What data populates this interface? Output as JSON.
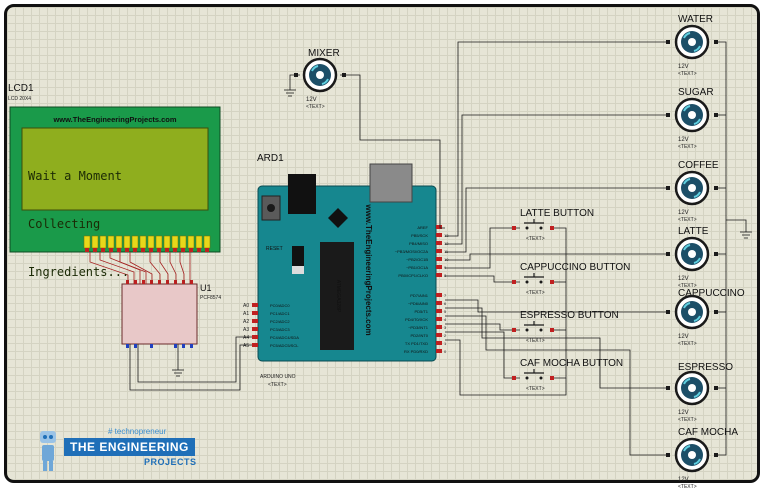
{
  "lcd": {
    "ref": "LCD1",
    "part": "LCD 20X4",
    "banner": "www.TheEngineeringProjects.com",
    "lines": [
      "Wait a Moment",
      "Collecting",
      "Ingredients..."
    ]
  },
  "ic": {
    "ref": "U1",
    "part": "PCF8574"
  },
  "arduino": {
    "ref": "ARD1",
    "name": "ARDUINO UNO",
    "board_text": "www.TheEngineeringProjects.com",
    "chip_text": "ATMEGA328P",
    "reset": "RESET",
    "analog_pins": [
      "A0",
      "A1",
      "A2",
      "A3",
      "A4",
      "A5"
    ],
    "analog_names": [
      "PC0/ADC0",
      "PC1/ADC1",
      "PC2/ADC2",
      "PC3/ADC3",
      "PC4/ADC4/SDA",
      "PC5/ADC5/SCL"
    ],
    "digital_upper": [
      "AREF",
      "PB5/SCK",
      "PB4/MISO",
      "~PB3/MOSI/OC2A",
      "~PB2/OC1B",
      "~PB1/OC1A",
      "PB0/ICP1/CLKO"
    ],
    "digital_lower": [
      "PD7/AIN1",
      "~PD6/AIN0",
      "PD5/T1",
      "PD4/T0/XCK",
      "~PD3/INT1",
      "PD2/INT0",
      "TX PD1/TXD",
      "RX PD0/RXD"
    ],
    "pin_numbers_upper": [
      "13",
      "12",
      "11",
      "10",
      "9",
      "8"
    ],
    "pin_numbers_lower": [
      "7",
      "6",
      "5",
      "4",
      "3",
      "2",
      "1",
      "0"
    ]
  },
  "placeholder": "<TEXT>",
  "motors": [
    {
      "label": "MIXER",
      "voltage": "12V"
    },
    {
      "label": "WATER",
      "voltage": "12V"
    },
    {
      "label": "SUGAR",
      "voltage": "12V"
    },
    {
      "label": "COFFEE",
      "voltage": "12V"
    },
    {
      "label": "LATTE",
      "voltage": "12V"
    },
    {
      "label": "CAPPUCCINO",
      "voltage": "12V"
    },
    {
      "label": "ESPRESSO",
      "voltage": "12V"
    },
    {
      "label": "CAF MOCHA",
      "voltage": "12V"
    }
  ],
  "buttons": [
    "LATTE BUTTON",
    "CAPPUCCINO BUTTON",
    "ESPRESSO BUTTON",
    "CAF MOCHA BUTTON"
  ],
  "branding": {
    "tagline": "# technopreneur",
    "name": "THE ENGINEERING",
    "sub": "PROJECTS"
  },
  "colors": {
    "canvas": "#e6e5d6",
    "lcd_body": "#1a9a4a",
    "lcd_screen": "#8fae1e",
    "board": "#16878f",
    "wire": "#1a1a1a",
    "motor": "#1c4f68",
    "brand": "#1f6fb8"
  }
}
